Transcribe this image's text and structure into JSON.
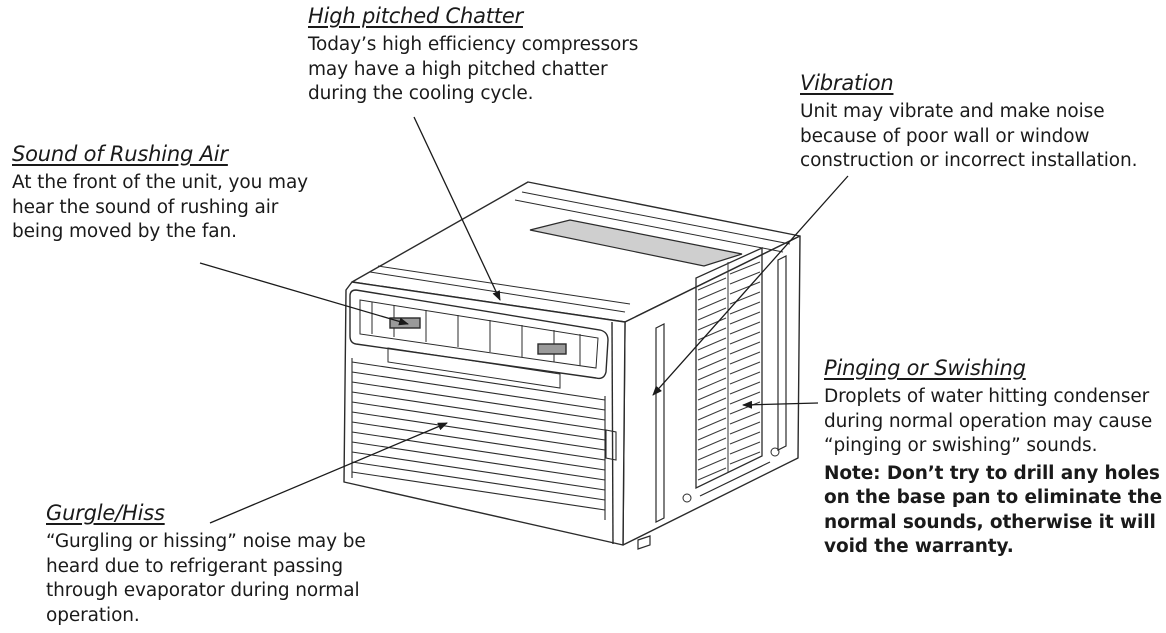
{
  "callouts": {
    "chatter": {
      "title": "High pitched Chatter",
      "body": [
        "Today’s high efficiency compressors",
        "may have a high pitched chatter",
        "during the cooling cycle."
      ]
    },
    "vibration": {
      "title": "Vibration",
      "body": [
        "Unit may vibrate and make noise",
        "because of poor wall or window",
        "construction or incorrect installation."
      ]
    },
    "rushing": {
      "title": "Sound of Rushing Air",
      "body": [
        "At the front of the unit, you may",
        "hear the sound of rushing air",
        "being moved by the fan."
      ]
    },
    "pinging": {
      "title": "Pinging or Swishing",
      "body": [
        "Droplets of water hitting condenser",
        "during normal operation may cause",
        "“pinging or swishing” sounds."
      ],
      "note": [
        "Note: Don’t try to drill any holes",
        "on the base pan to eliminate the",
        "normal sounds, otherwise it will",
        "void the warranty."
      ]
    },
    "gurgle": {
      "title": "Gurgle/Hiss",
      "body": [
        "“Gurgling or hissing” noise may be",
        "heard due to refrigerant passing",
        "through evaporator during normal",
        "operation."
      ]
    }
  },
  "colors": {
    "ink": "#1a1a1a",
    "line": "#2b2b2b",
    "vent": "#3a3a3a"
  }
}
